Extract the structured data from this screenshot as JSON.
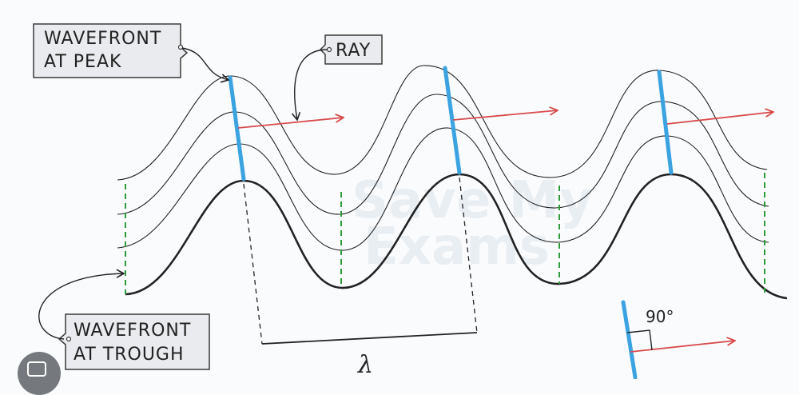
{
  "labels": {
    "wavefront_peak_line1": "WAVEFRONT",
    "wavefront_peak_line2": "AT PEAK",
    "ray": "RAY",
    "wavefront_trough_line1": "WAVEFRONT",
    "wavefront_trough_line2": "AT TROUGH",
    "wavelength_symbol": "λ",
    "right_angle": "90°"
  },
  "watermark": {
    "line1": "Save My",
    "line2": "Exams"
  },
  "colors": {
    "wavefront_line": "#222222",
    "peak_marker": "#3aa3e0",
    "trough_marker": "#2e9a3a",
    "ray_arrow": "#d94b4b",
    "tag_fill": "#e9ebee",
    "tag_stroke": "#3a3a3a"
  },
  "icons": {
    "corner_button": "lens-camera-icon"
  }
}
